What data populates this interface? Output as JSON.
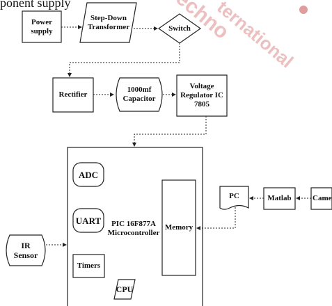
{
  "header_text": "ponent supply",
  "watermark": [
    "Techno",
    "ternational"
  ],
  "blocks": {
    "power_supply": [
      "Power",
      "supply"
    ],
    "step_down_transformer": [
      "Step-Down",
      "Transformer"
    ],
    "switch": "Switch",
    "rectifier": "Rectifier",
    "capacitor": [
      "1000mf",
      "Capacitor"
    ],
    "voltage_regulator": [
      "Voltage",
      "Regulator IC",
      "7805"
    ],
    "microcontroller": [
      "PIC 16F877A",
      "Microcontroller"
    ],
    "adc": "ADC",
    "uart": "UART",
    "timers": "Timers",
    "cpu": "CPU",
    "memory": "Memory",
    "ir_sensor": [
      "IR",
      "Sensor"
    ],
    "pc": "PC",
    "matlab": "Matlab",
    "camera": "Camera"
  },
  "colors": {
    "stroke": "#222222",
    "watermark": "#c43c3c"
  }
}
